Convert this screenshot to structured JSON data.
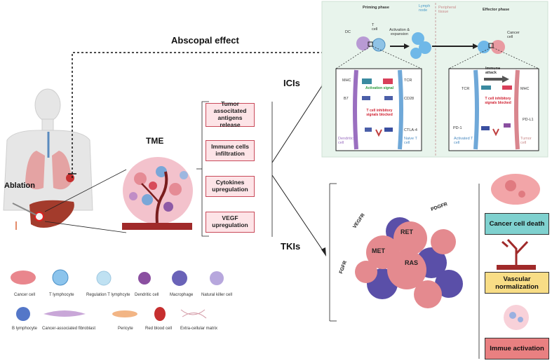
{
  "abscopal": "Abscopal effect",
  "ablation": "Ablation",
  "tme": "TME",
  "tme_items": [
    "Tumor associtated antigens release",
    "Immune cells infiltration",
    "Cytokines upregulation",
    "VEGF upregulation"
  ],
  "icis": "ICIs",
  "tkis": "TKIs",
  "priming": {
    "phase": "Priming phase",
    "lymph_node": "Lymph node",
    "dc": "DC",
    "t_cell": "T cell",
    "activation": "Activation & expansion",
    "mhc": "MHC",
    "tcr": "TCR",
    "activation_signal": "Activation signal",
    "b7": "B7",
    "cd28": "CD28",
    "blocked": "T cell inhibitory signals blocked",
    "ctla4": "CTLA-4",
    "dendritic": "Dendritic cell",
    "naive": "Naive T cell"
  },
  "effector": {
    "peripheral": "Peripheral tissue",
    "phase": "Effector phase",
    "cancer_cell": "Cancer cell",
    "immune_attack": "Immune attack",
    "tcr": "TCR",
    "mhc": "MHC",
    "blocked": "T cell inhibitory signals blocked",
    "pd1": "PD-1",
    "pdl1": "PD-L1",
    "activated": "Activated T cell",
    "tumor": "Tumor cell"
  },
  "receptors": {
    "vegfr": "VEGFR",
    "pdgfr": "PDGFR",
    "fgfr": "FGFR",
    "ret": "RET",
    "met": "MET",
    "ras": "RAS"
  },
  "outcomes": [
    "Cancer cell death",
    "Vascular normalization",
    "Immue activation"
  ],
  "legend": [
    "Cancer cell",
    "T lymphocyte",
    "Regulation T lymphcyte",
    "Dendritic cell",
    "Macrophage",
    "Natural killer cell",
    "B lymphocyte",
    "Cancer-associated fibroblast",
    "Pericyte",
    "Red blood cell",
    "Extra-cellular matrix"
  ],
  "colors": {
    "outcome1": "#7fd1cf",
    "outcome2": "#f8dd86",
    "outcome3": "#e98081",
    "panel": "#e8f4ec",
    "box": "#fde4e7"
  }
}
